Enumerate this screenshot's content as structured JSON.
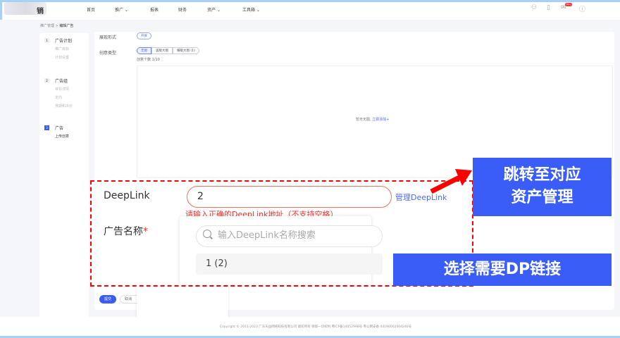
{
  "header": {
    "logo_text": "销",
    "nav": [
      "首页",
      "推广",
      "报表",
      "财务",
      "资产",
      "工具箱"
    ],
    "badge": "99+",
    "icons": [
      "users-icon",
      "document-icon",
      "mail-icon",
      "help-icon"
    ]
  },
  "breadcrumb": [
    "推广管理",
    "编辑广告"
  ],
  "steps": [
    {
      "num": "1",
      "title": "广告计划",
      "subs": [
        "推广目标",
        "计划设置"
      ]
    },
    {
      "num": "2",
      "title": "广告组",
      "subs": [
        "目标详情",
        "定向",
        "排期和出价"
      ]
    },
    {
      "num": "3",
      "title": "广告",
      "subs": [
        "上传创意"
      ]
    }
  ],
  "form": {
    "display_label": "展现形式",
    "display_value": "开屏",
    "creative_label": "创意类型",
    "creative_types": [
      "无图",
      "竖版大图",
      "横版大图 (1)"
    ],
    "creative_count": "创意个数 1/10",
    "empty_text": "暂无无图,",
    "empty_link": "立即添加+",
    "submit": "提交",
    "cancel": "取消"
  },
  "deeplink": {
    "label": "DeepLink",
    "value": "2",
    "manage": "管理DeepLink",
    "error": "请输入正确的DeepLink地址（不支持空格）",
    "name_label": "广告名称",
    "required": "*",
    "search_placeholder": "输入DeepLink名称搜索",
    "option": "1 (2)"
  },
  "callouts": {
    "jump": "跳转至对应\n资产管理",
    "select": "选择需要DP链接"
  },
  "footer": "Copyright © 2011-2023 广东天益网络科技有限公司 版权所有 保留一切权利 粤ICP备14052998号 粤公网安备 44190002004246号",
  "colors": {
    "accent": "#3a5cf0",
    "annotation": "#ff0000",
    "callout": "#3a5cf7"
  }
}
